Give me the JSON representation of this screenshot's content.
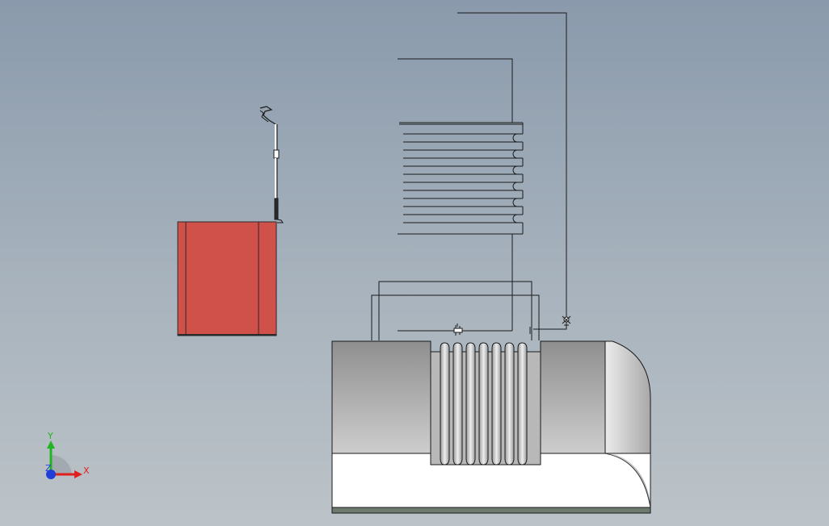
{
  "colors": {
    "background_top": "#8a9aac",
    "background_bottom": "#bcc3c8",
    "red_box": "#d0514a",
    "line": "#1a1a1a",
    "axis_x": "#e0201c",
    "axis_y": "#22b422",
    "axis_z": "#1f3fd8"
  },
  "triad": {
    "x_label": "X",
    "y_label": "Y",
    "z_label": "Z"
  }
}
